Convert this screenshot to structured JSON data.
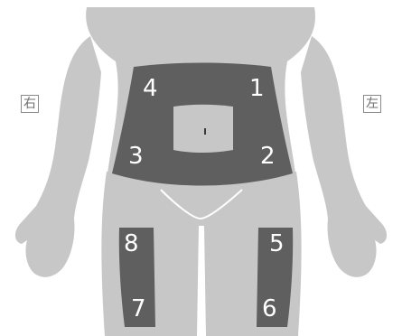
{
  "side_labels": {
    "right": "右",
    "left": "左"
  },
  "zones": {
    "z1": "1",
    "z2": "2",
    "z3": "3",
    "z4": "4",
    "z5": "5",
    "z6": "6",
    "z7": "7",
    "z8": "8"
  },
  "colors": {
    "body": "#c7c7c7",
    "injection_zone": "#5f5f5f",
    "navel_area": "#c7c7c7",
    "outline": "#ffffff"
  },
  "icons": {
    "navel": "navel-mark"
  }
}
